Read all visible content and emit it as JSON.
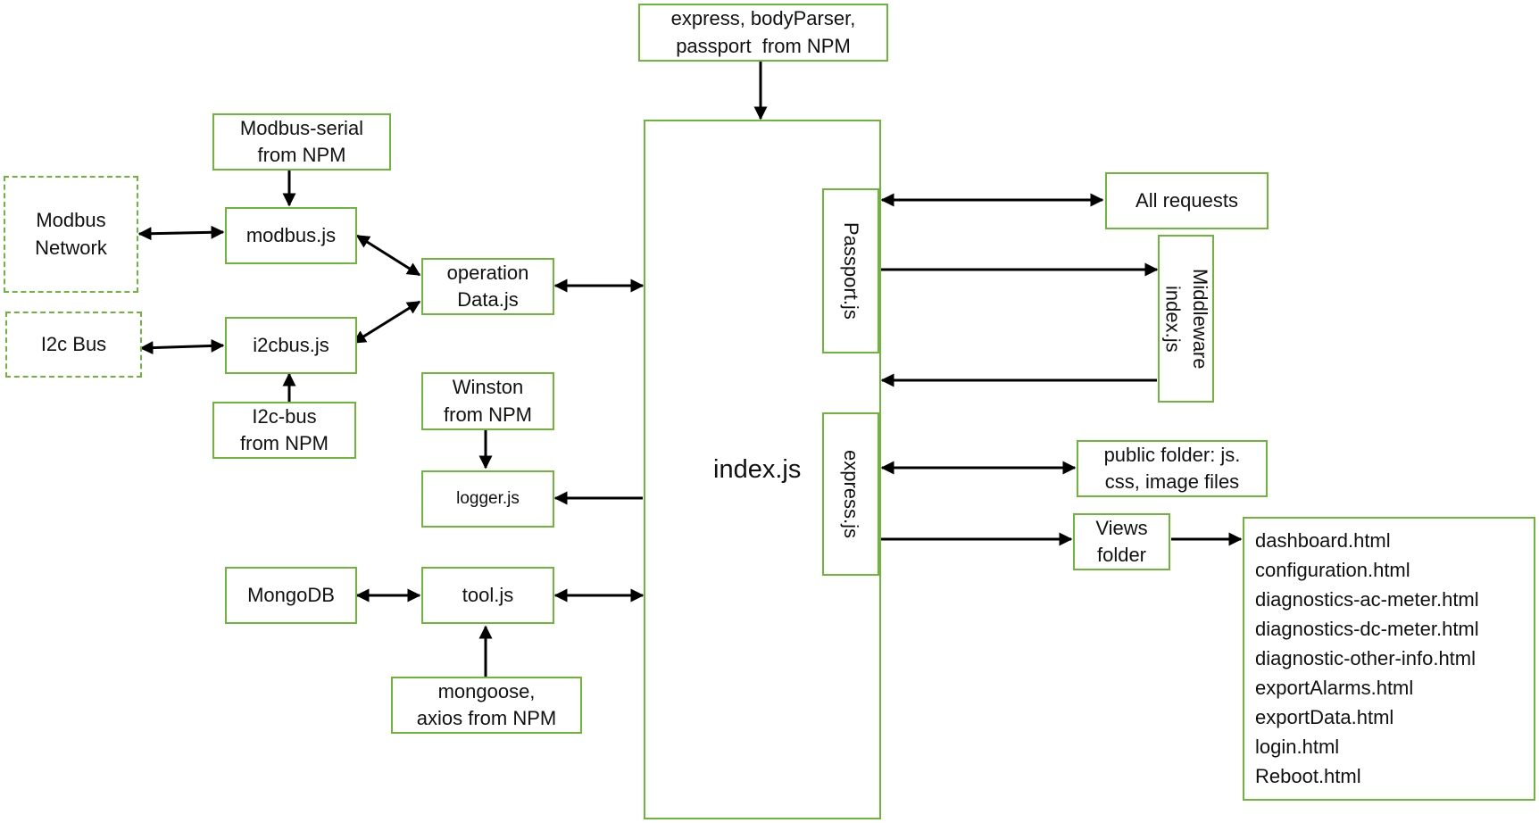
{
  "nodes": {
    "npm_express": "express, bodyParser,\npassport  from NPM",
    "modbus_serial": "Modbus-serial\nfrom NPM",
    "modbus_network": "Modbus\nNetwork",
    "modbus_js": "modbus.js",
    "i2c_bus": "I2c Bus",
    "i2cbus_js": "i2cbus.js",
    "i2c_npm": "I2c-bus\nfrom NPM",
    "operation_data": "operation\nData.js",
    "winston": "Winston\nfrom NPM",
    "logger": "logger.js",
    "mongodb": "MongoDB",
    "tool": "tool.js",
    "mongoose": "mongoose,\naxios from NPM",
    "index": "index.js",
    "passport": "Passport.js",
    "express": "express.js",
    "all_requests": "All requests",
    "middleware": "Middleware\nindex.js",
    "public_folder": "public folder: js.\ncss, image files",
    "views_folder": "Views\nfolder"
  },
  "views_files": [
    "dashboard.html",
    "configuration.html",
    "diagnostics-ac-meter.html",
    "diagnostics-dc-meter.html",
    "diagnostic-other-info.html",
    "exportAlarms.html",
    "exportData.html",
    "login.html",
    "Reboot.html"
  ],
  "colors": {
    "box_border": "#6fb53c",
    "arrow": "#000000"
  }
}
